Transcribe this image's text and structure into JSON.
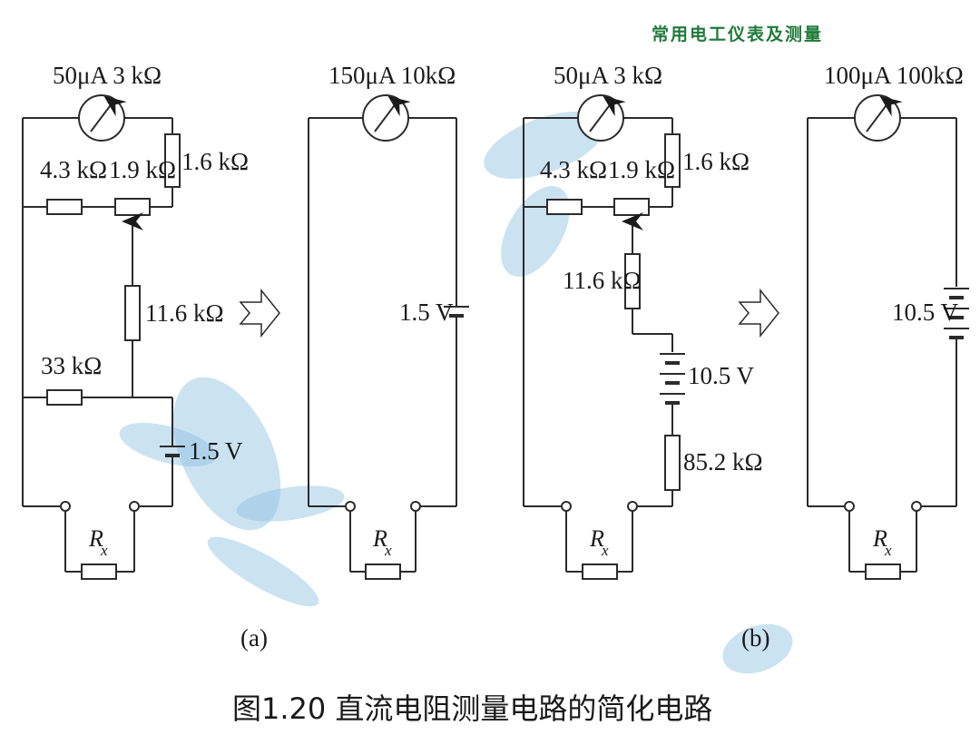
{
  "header": {
    "title": "常用电工仪表及测量"
  },
  "caption": "图1.20 直流电阻测量电路的简化电路",
  "colors": {
    "header": "#1f7a3a",
    "wire": "#2b2b2b",
    "watermark": "#8cbfe0"
  },
  "circuit_a": {
    "label": "(a)",
    "left": {
      "meter": "50μA  3 kΩ",
      "r1": "4.3 kΩ",
      "r2": "1.9 kΩ",
      "r3": "1.6 kΩ",
      "r4": "11.6 kΩ",
      "r5": "33 kΩ",
      "battery": "1.5 V",
      "rx": "R",
      "rx_sub": "x"
    },
    "right": {
      "meter": "150μA  10kΩ",
      "battery": "1.5 V",
      "rx": "R",
      "rx_sub": "x"
    }
  },
  "circuit_b": {
    "label": "(b)",
    "left": {
      "meter": "50μA  3 kΩ",
      "r1": "4.3 kΩ",
      "r2": "1.9 kΩ",
      "r3": "1.6 kΩ",
      "r4": "11.6 kΩ",
      "battery": "10.5 V",
      "r5": "85.2 kΩ",
      "rx": "R",
      "rx_sub": "x"
    },
    "right": {
      "meter": "100μA  100kΩ",
      "battery": "10.5 V",
      "rx": "R",
      "rx_sub": "x"
    }
  }
}
